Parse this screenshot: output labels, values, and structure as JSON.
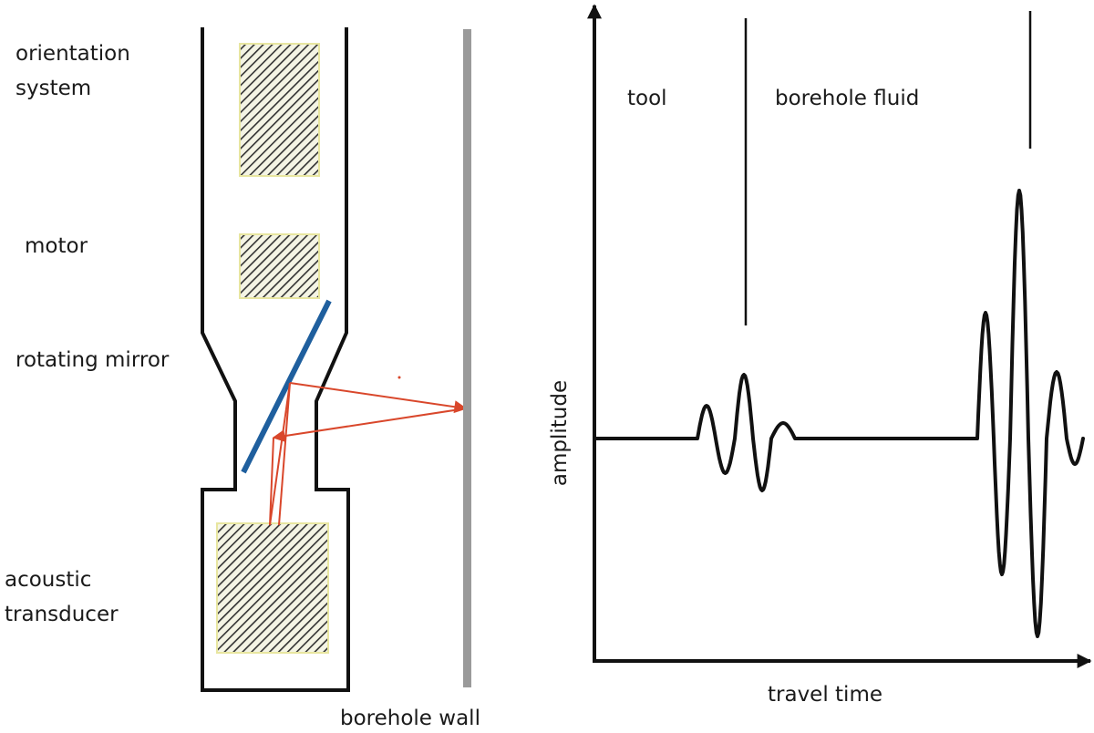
{
  "labels": {
    "orientation_line1": "orientation",
    "orientation_line2": "system",
    "motor": "motor",
    "mirror": "rotating mirror",
    "transducer_line1": "acoustic",
    "transducer_line2": "transducer",
    "borehole_wall": "borehole wall",
    "tool": "tool",
    "fluid": "borehole fluid",
    "amplitude": "amplitude",
    "travel_time": "travel time"
  },
  "colors": {
    "outline": "#111111",
    "wall": "#9a9a9a",
    "mirror": "#1f5f9e",
    "ray": "#d9472b",
    "hatch_fill": "#f4f4e4",
    "hatch_border": "#e8e6a0"
  }
}
